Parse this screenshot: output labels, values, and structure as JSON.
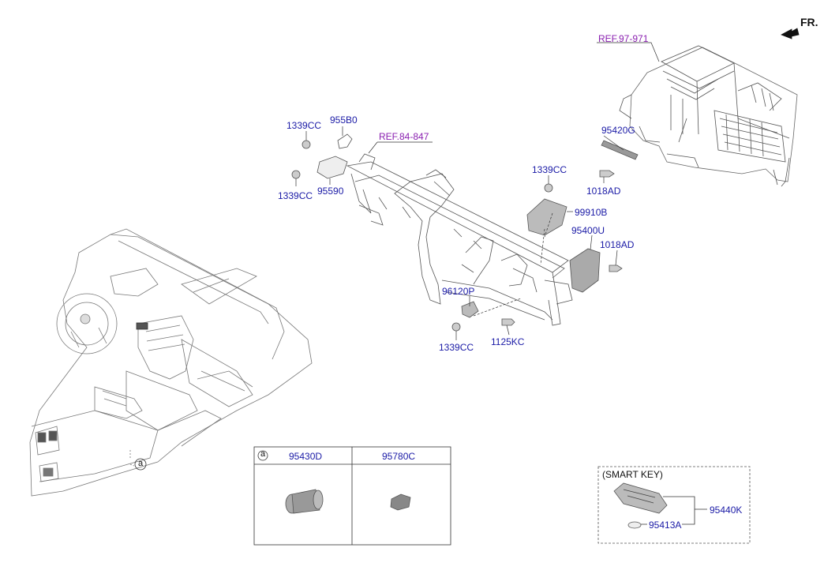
{
  "front_marker": "FR.",
  "refs": {
    "ref_97_971": "REF.97-971",
    "ref_84_847": "REF.84-847"
  },
  "parts": {
    "p_1339cc_a": "1339CC",
    "p_955b0": "955B0",
    "p_1339cc_b": "1339CC",
    "p_95590": "95590",
    "p_95420g": "95420G",
    "p_1018ad_a": "1018AD",
    "p_1339cc_c": "1339CC",
    "p_99910b": "99910B",
    "p_95400u": "95400U",
    "p_1018ad_b": "1018AD",
    "p_96120p": "96120P",
    "p_1339cc_d": "1339CC",
    "p_1125kc": "1125KC"
  },
  "callout": "a",
  "inset_table": {
    "marker": "a",
    "col1": "95430D",
    "col2": "95780C"
  },
  "smart_key": {
    "title": "(SMART KEY)",
    "assy": "95440K",
    "battery": "95413A"
  }
}
